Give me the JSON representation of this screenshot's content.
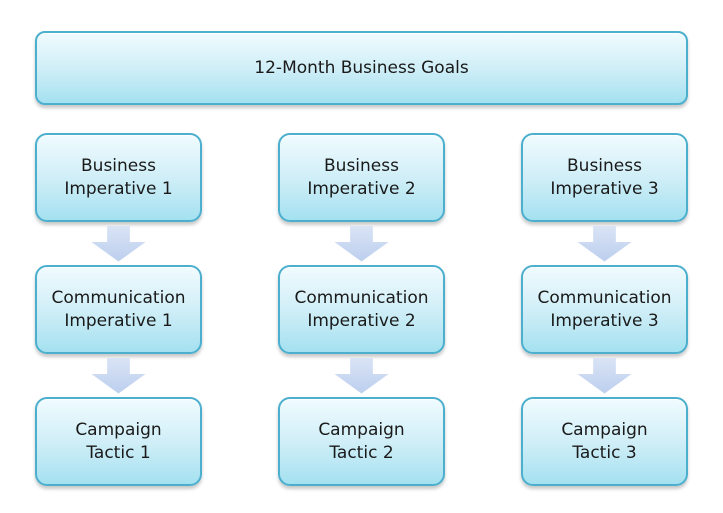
{
  "title": "12-Month Business Goals",
  "colors": {
    "background": "#ffffff",
    "box_border": "#4bafcd",
    "box_fill_top": "#f0fbfe",
    "box_fill_mid": "#cfeef7",
    "box_fill_bottom": "#a4e1f0",
    "arrow_fill_top": "#d9e3f5",
    "arrow_fill_bottom": "#bccfee",
    "text": "#1a1a1a"
  },
  "columns": [
    {
      "business": {
        "line1": "Business",
        "line2": "Imperative 1"
      },
      "communication": {
        "line1": "Communication",
        "line2": "Imperative 1"
      },
      "campaign": {
        "line1": "Campaign",
        "line2": "Tactic 1"
      }
    },
    {
      "business": {
        "line1": "Business",
        "line2": "Imperative 2"
      },
      "communication": {
        "line1": "Communication",
        "line2": "Imperative 2"
      },
      "campaign": {
        "line1": "Campaign",
        "line2": "Tactic 2"
      }
    },
    {
      "business": {
        "line1": "Business",
        "line2": "Imperative 3"
      },
      "communication": {
        "line1": "Communication",
        "line2": "Imperative 3"
      },
      "campaign": {
        "line1": "Campaign",
        "line2": "Tactic 3"
      }
    }
  ]
}
